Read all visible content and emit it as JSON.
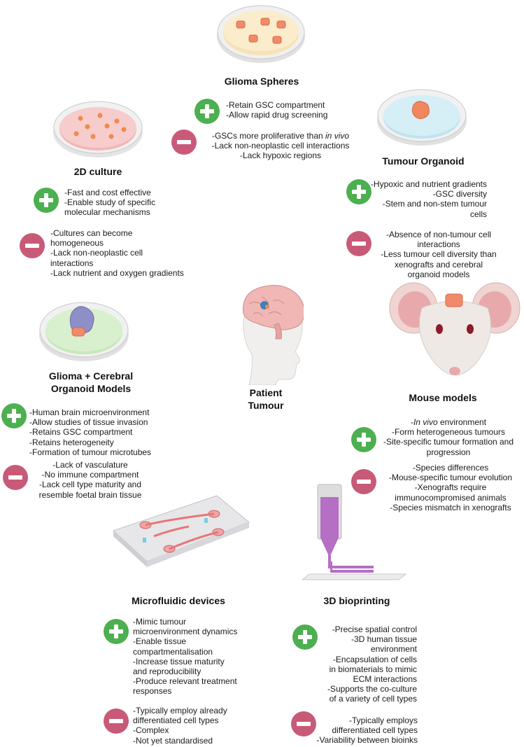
{
  "colors": {
    "pro": "#4caf50",
    "con": "#c85a78"
  },
  "icons": {
    "pro": "plus-icon",
    "con": "minus-icon"
  },
  "sections": {
    "glioma_spheres": {
      "title": "Glioma Spheres",
      "pros": [
        "-Retain GSC compartment",
        "-Allow rapid drug screening"
      ],
      "cons": {
        "line1_prefix": "-GSCs more proliferative than ",
        "line1_italic": "in vivo",
        "rest": [
          "-Lack non-neoplastic cell interactions",
          "-Lack hypoxic regions"
        ]
      }
    },
    "culture_2d": {
      "title": "2D culture",
      "pros": [
        "-Fast and cost effective",
        "-Enable study of specific",
        "molecular mechanisms"
      ],
      "cons": [
        "-Cultures can become",
        "homogeneous",
        "-Lack non-neoplastic cell",
        "interactions",
        "-Lack nutrient and oxygen gradients"
      ]
    },
    "tumour_organoid": {
      "title": "Tumour Organoid",
      "pros": [
        "-Hypoxic and nutrient gradients",
        "-GSC diversity",
        "-Stem and non-stem tumour",
        "cells"
      ],
      "cons": [
        "-Absence of non-tumour cell",
        "interactions",
        "-Less tumour cell diversity than",
        "xenografts and cerebral",
        "organoid models"
      ]
    },
    "cerebral_organoid": {
      "title_line1": "Glioma + Cerebral",
      "title_line2": "Organoid Models",
      "pros": [
        "-Human brain microenvironment",
        "-Allow studies of tissue invasion",
        "-Retains GSC compartment",
        "-Retains heterogeneity",
        "-Formation of tumour microtubes"
      ],
      "cons": [
        "-Lack of vasculature",
        "-No immune compartment",
        "-Lack cell type maturity and",
        "resemble foetal brain tissue"
      ]
    },
    "patient": {
      "title_line1": "Patient",
      "title_line2": "Tumour"
    },
    "mouse": {
      "title": "Mouse models",
      "pros_first_italic": "In vivo",
      "pros_first_suffix": " environment",
      "pros_first_prefix": "-",
      "pros": [
        "-Form heterogeneous tumours",
        "-Site-specific tumour formation and",
        "progression"
      ],
      "cons": [
        "-Species differences",
        "-Mouse-specific tumour evolution",
        "-Xenografts require",
        "immunocompromised animals",
        "-Species mismatch in xenografts"
      ]
    },
    "microfluidic": {
      "title": "Microfluidic devices",
      "pros": [
        "-Mimic tumour",
        "microenvironment dynamics",
        "-Enable tissue",
        "compartmentalisation",
        "-Increase tissue maturity",
        "and reproducibility",
        "-Produce relevant treatment",
        "responses"
      ],
      "cons": [
        "-Typically employ already",
        "differentiated cell types",
        "-Complex",
        "-Not yet standardised"
      ]
    },
    "bioprinting": {
      "title": "3D bioprinting",
      "pros": [
        "-Precise spatial control",
        "-3D human tissue",
        "environment",
        "-Encapsulation of cells",
        "in biomaterials to mimic",
        "ECM interactions",
        "-Supports the co-culture",
        "of a variety of cell types"
      ],
      "cons": [
        "-Typically employs",
        "differentiated cell types",
        "-Variability between bioinks"
      ]
    }
  }
}
